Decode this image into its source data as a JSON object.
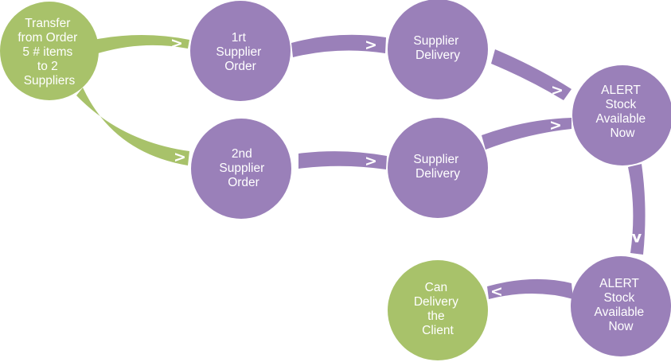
{
  "colors": {
    "green": "#a8c26a",
    "purple": "#9a80b9",
    "arrow_green": "#a8c26a",
    "arrow_purple": "#9a80b9",
    "text": "#ffffff"
  },
  "arrow_glyphs": {
    "right": ">",
    "left": "<",
    "down": "v"
  },
  "nodes": {
    "transfer": {
      "lines": [
        "Transfer",
        "from Order",
        "5 # items",
        "to 2",
        "Suppliers"
      ]
    },
    "first_order": {
      "lines": [
        "1rt",
        "Supplier",
        "Order"
      ]
    },
    "first_delivery": {
      "lines": [
        "Supplier",
        "Delivery"
      ]
    },
    "second_order": {
      "lines": [
        "2nd",
        "Supplier",
        "Order"
      ]
    },
    "second_delivery": {
      "lines": [
        "Supplier",
        "Delivery"
      ]
    },
    "alert_1": {
      "lines": [
        "ALERT",
        "Stock",
        "Available",
        "Now"
      ]
    },
    "alert_2": {
      "lines": [
        "ALERT",
        "Stock",
        "Available",
        "Now"
      ]
    },
    "client": {
      "lines": [
        "Can",
        "Delivery",
        "the",
        "Client"
      ]
    }
  }
}
